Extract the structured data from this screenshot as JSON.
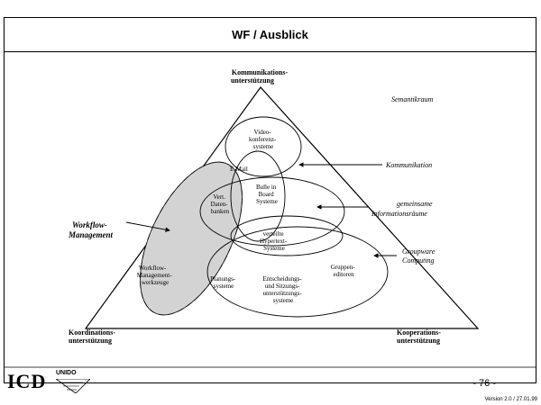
{
  "title": "WF / Ausblick",
  "labels": {
    "top_vertex": [
      "Kommunikations-",
      "unterstützung"
    ],
    "left_vertex": [
      "Koordinations-",
      "unterstützung"
    ],
    "right_vertex": [
      "Kooperations-",
      "unterstützung"
    ],
    "kommunikation_legend": "Kommunikation",
    "gemeinsame_info": [
      "gemeinsame",
      "Informationsräume"
    ],
    "groupware": [
      "Groupware",
      "Computing"
    ],
    "semantik": "Semantikraum",
    "workflow_mgmt": [
      "Workflow-",
      "Management"
    ],
    "video": [
      "Video-",
      "konferenz-",
      "systeme"
    ],
    "email": "E-Mail",
    "bulletin": [
      "Bulle in",
      "Board",
      "Systeme"
    ],
    "verteilte_db": [
      "Vert.",
      "Daten-",
      "banken"
    ],
    "hypertext": [
      "verteilte",
      "Hypertext-",
      "Systeme"
    ],
    "gruppeneditoren": [
      "Gruppen-",
      "editoren"
    ],
    "wf_werkzeuge": [
      "Workflow-",
      "Management-",
      "werkzeuge"
    ],
    "planungssysteme": [
      "Planungs-",
      "systeme"
    ],
    "entscheidung": [
      "Entscheidungs-",
      "und Sitzungs-",
      "unterstützungs-",
      "systeme"
    ]
  },
  "footer": {
    "logo_icd": "ICD",
    "logo_unido": "UNIDO",
    "page_number": "- 76 -",
    "version": "Version 2.0 / 27.01.99"
  },
  "colors": {
    "workflow_ellipse_fill": "#d3d3d3",
    "line": "#000000"
  }
}
